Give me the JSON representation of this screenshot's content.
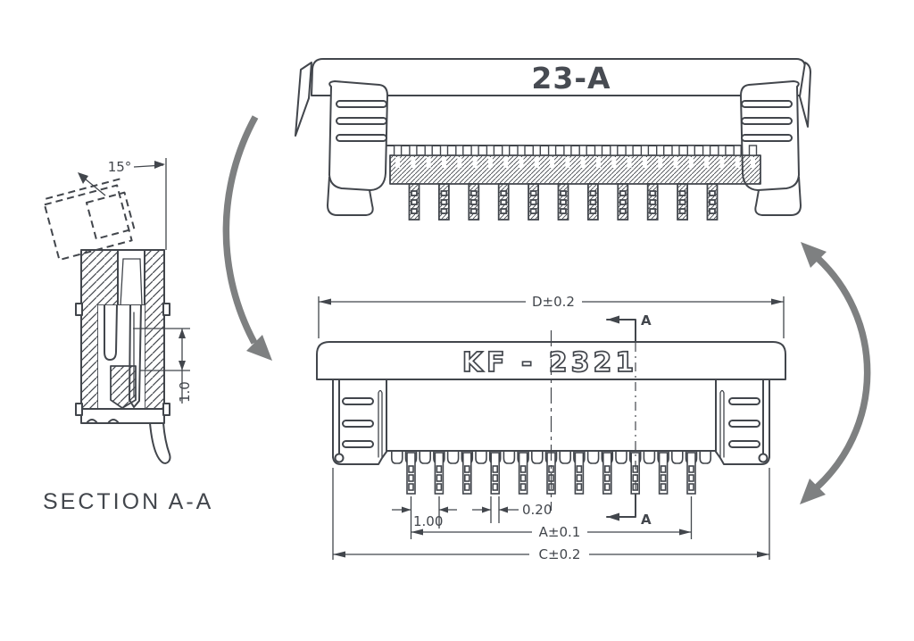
{
  "page": {
    "background": "#ffffff"
  },
  "colors": {
    "line": "#42464c",
    "arrow": "#7e8081"
  },
  "top_view": {
    "marking": "23-A",
    "tail_count": 11,
    "contact_count": 24
  },
  "front_view": {
    "marking": "KF - 2321",
    "tooth_count": 23,
    "tail_count": 11
  },
  "section_view": {
    "title": "SECTION  A-A",
    "angle_label": "15°",
    "height_label": "1.0"
  },
  "dimensions": {
    "overall_width_top": "D±0.2",
    "pin_span": "A±0.1",
    "overall_width_bottom": "C±0.2",
    "pin_pitch": "1.00",
    "pin_width": "0.20"
  },
  "section_markers": {
    "top_label": "A",
    "bottom_label": "A"
  }
}
